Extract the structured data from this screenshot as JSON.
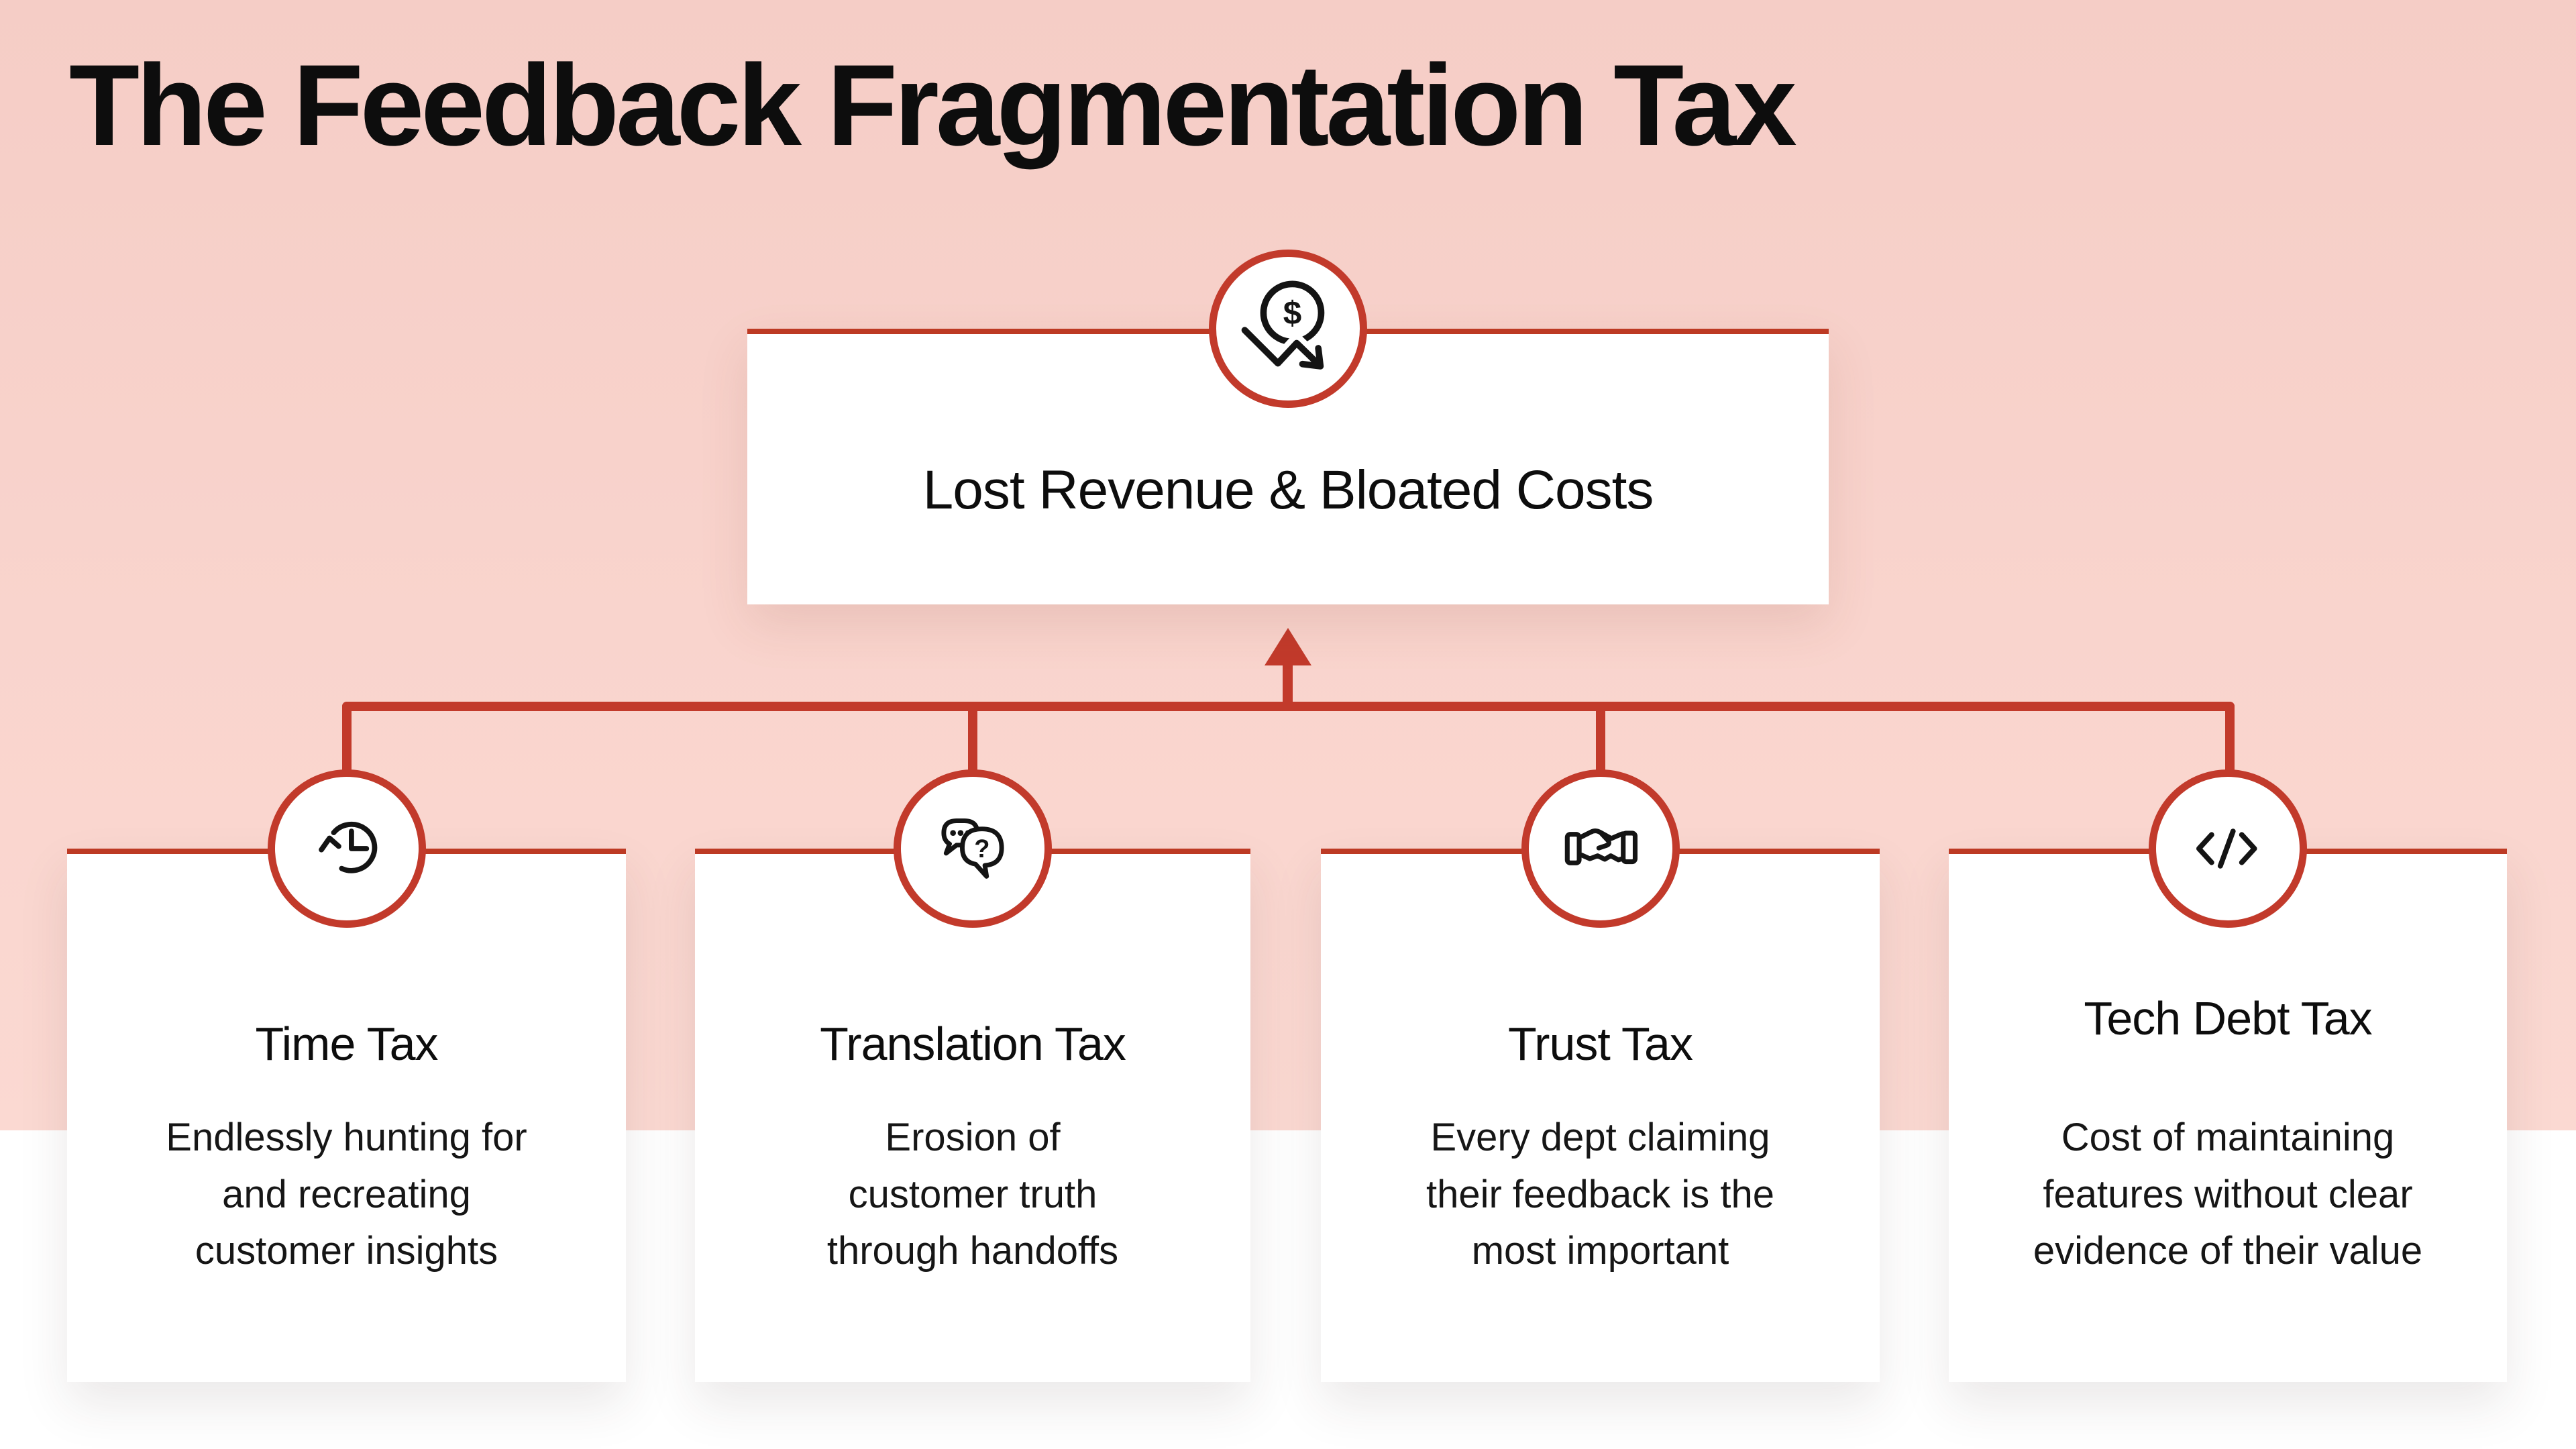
{
  "title": "The Feedback Fragmentation Tax",
  "colors": {
    "background_pink": "#f9d4cd",
    "accent_red": "#c23a2b",
    "text_black": "#0d0d0d",
    "card_white": "#ffffff"
  },
  "root_node": {
    "label": "Lost Revenue & Bloated Costs",
    "icon": "declining-dollar-icon"
  },
  "branches": [
    {
      "icon": "time-history-clock-icon",
      "title": "Time Tax",
      "description": "Endlessly hunting for and recreating customer insights"
    },
    {
      "icon": "chat-question-bubbles-icon",
      "title": "Translation Tax",
      "description": "Erosion of customer truth through handoffs"
    },
    {
      "icon": "handshake-icon",
      "title": "Trust Tax",
      "description": "Every dept claiming their feedback is the most important"
    },
    {
      "icon": "code-brackets-icon",
      "title": "Tech Debt Tax",
      "description": "Cost of maintaining features without clear evidence of their value"
    }
  ]
}
